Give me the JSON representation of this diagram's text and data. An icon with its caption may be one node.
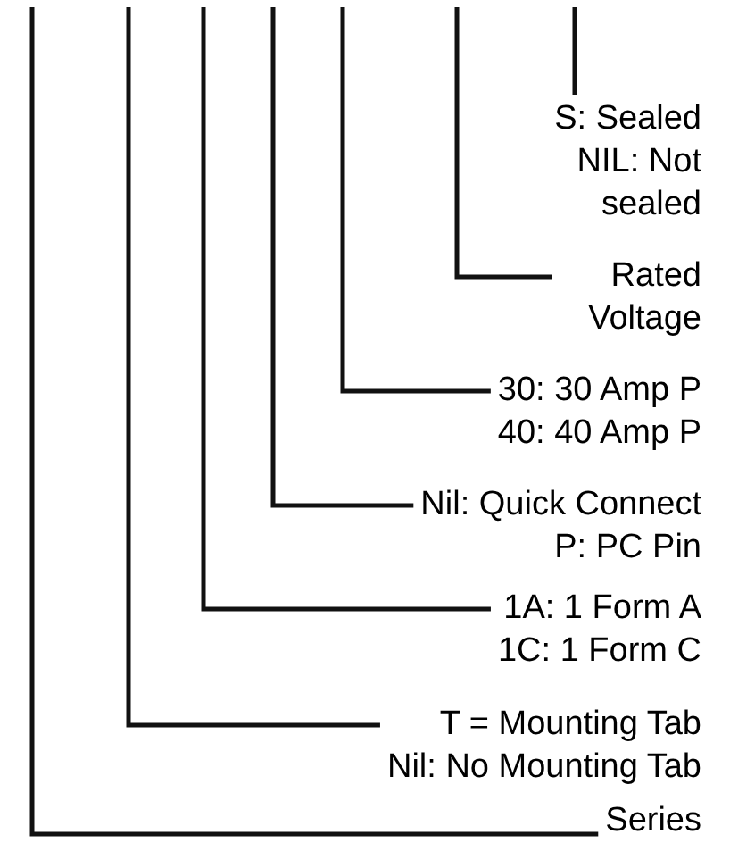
{
  "diagram": {
    "nodes": [
      {
        "text": [
          "S: Sealed",
          "NIL: Not sealed"
        ]
      },
      {
        "text": [
          "Rated Voltage"
        ]
      },
      {
        "text": [
          "30: 30 Amp P",
          "40: 40 Amp P"
        ]
      },
      {
        "text": [
          "Nil: Quick Connect",
          "P: PC Pin"
        ]
      },
      {
        "text": [
          "1A: 1 Form A",
          "1C: 1 Form C"
        ]
      },
      {
        "text": [
          "T = Mounting Tab",
          "Nil: No Mounting Tab"
        ]
      },
      {
        "text": [
          "Series"
        ]
      }
    ],
    "edges": [
      {
        "from": null,
        "to": 0,
        "arrow": "none"
      },
      {
        "from": null,
        "to": 1,
        "arrow": "none"
      },
      {
        "from": null,
        "to": 2,
        "arrow": "none"
      },
      {
        "from": null,
        "to": 3,
        "arrow": "none"
      },
      {
        "from": null,
        "to": 4,
        "arrow": "none"
      },
      {
        "from": null,
        "to": 5,
        "arrow": "none"
      },
      {
        "from": null,
        "to": 6,
        "arrow": "none"
      }
    ]
  }
}
